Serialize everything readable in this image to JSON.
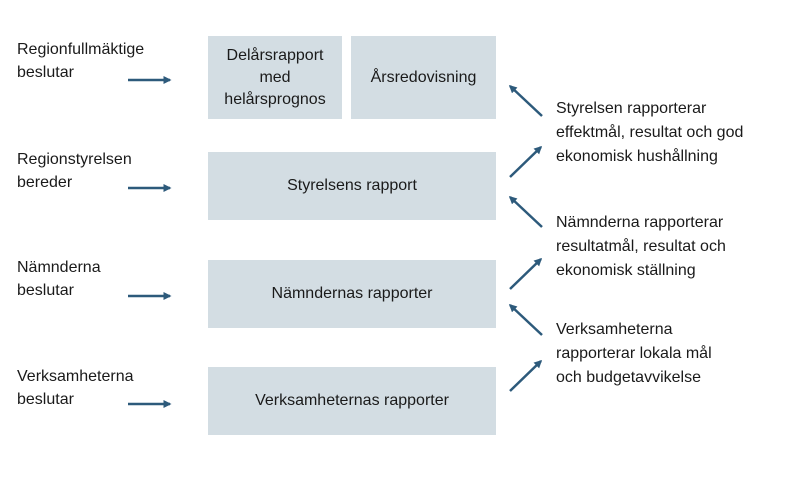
{
  "left_labels": [
    "Regionfullmäktige\nbeslutar",
    "Regionstyrelsen\nbereder",
    "Nämnderna\nbeslutar",
    "Verksamheterna\nbeslutar"
  ],
  "boxes": {
    "delarsrapport": "Delårsrapport\nmed\nhelårsprognos",
    "arsredovisning": "Årsredovisning",
    "styrelsens_rapport": "Styrelsens rapport",
    "namndernas_rapporter": "Nämndernas rapporter",
    "verksamheternas_rapporter": "Verksamheternas rapporter"
  },
  "right_labels": [
    "Styrelsen rapporterar\neffektmål, resultat och god\nekonomisk hushållning",
    "Nämnderna rapporterar\nresultatmål, resultat och\nekonomisk ställning",
    "Verksamheterna\nrapporterar lokala mål\noch budgetavvikelse"
  ],
  "colors": {
    "box_fill": "#d3dde3",
    "arrow": "#2d5a7b",
    "text": "#1a1a1a"
  }
}
